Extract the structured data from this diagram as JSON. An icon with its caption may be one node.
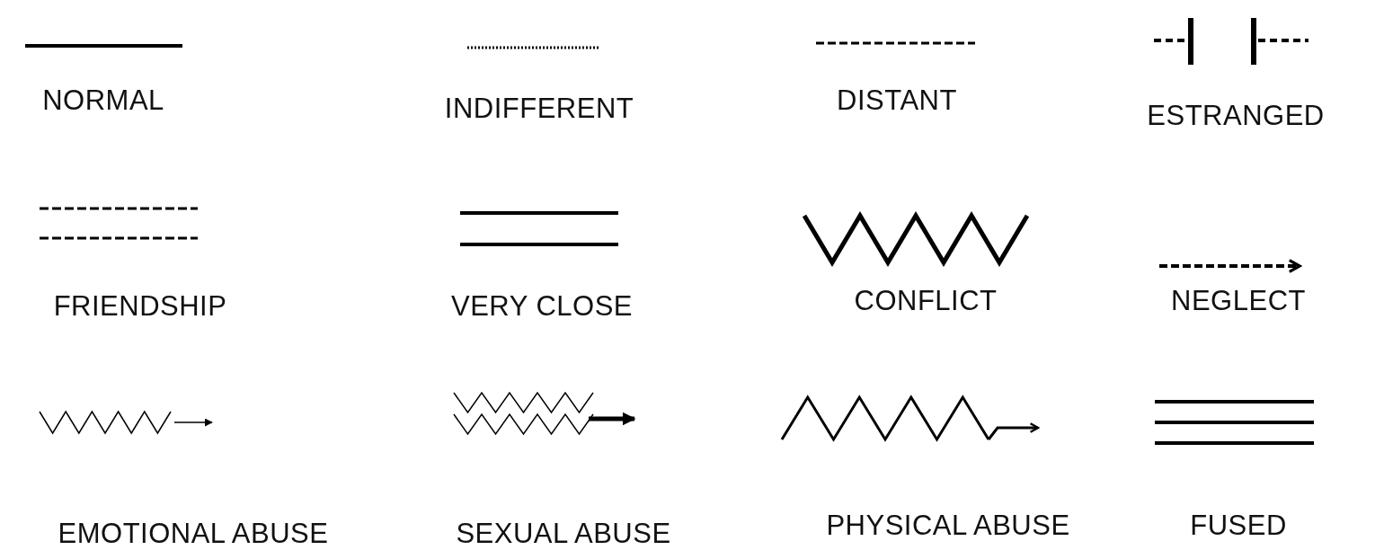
{
  "diagram": {
    "legend": [
      {
        "text": "NORMAL"
      },
      {
        "text": "INDIFFERENT"
      },
      {
        "text": "DISTANT"
      },
      {
        "text": "ESTRANGED"
      },
      {
        "text": "FRIENDSHIP"
      },
      {
        "text": "VERY CLOSE"
      },
      {
        "text": "CONFLICT"
      },
      {
        "text": "NEGLECT"
      },
      {
        "text": "EMOTIONAL ABUSE"
      },
      {
        "text": "SEXUAL ABUSE"
      },
      {
        "text": "PHYSICAL ABUSE"
      },
      {
        "text": "FUSED"
      }
    ]
  }
}
